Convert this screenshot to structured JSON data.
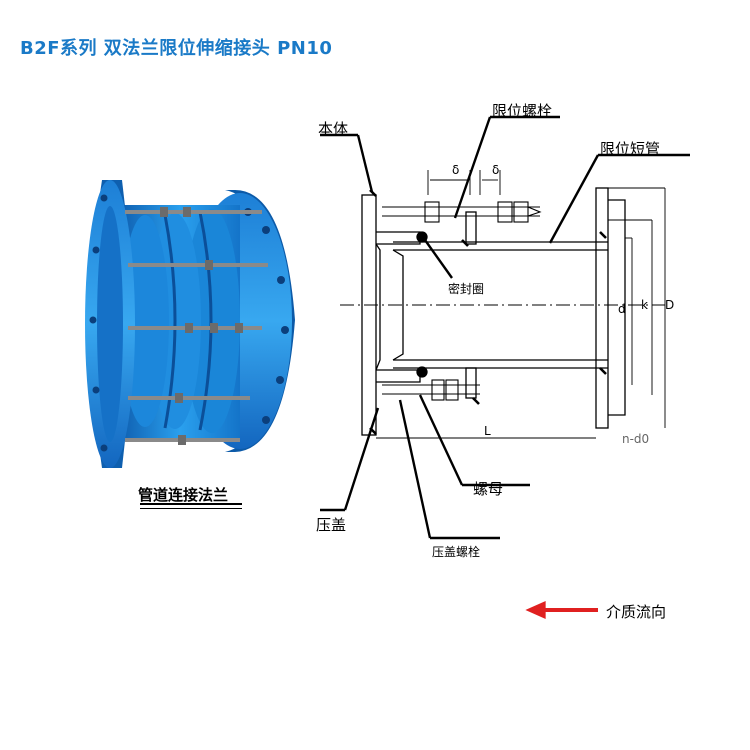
{
  "title": "B2F系列  双法兰限位伸缩接头 PN10",
  "product_caption": "管道连接法兰",
  "labels": {
    "body": "本体",
    "limit_bolt": "限位螺栓",
    "limit_short_pipe": "限位短管",
    "seal_ring": "密封圈",
    "nut": "螺母",
    "gland": "压盖",
    "gland_bolt": "压盖螺栓",
    "medium_flow": "介质流向"
  },
  "dims": {
    "delta1": "δ",
    "delta2": "δ",
    "d": "d",
    "k": "k",
    "D": "D",
    "L": "L",
    "n_d0": "n-d0"
  },
  "colors": {
    "title": "#1a7ac7",
    "product_blue": "#1f8fd9",
    "arrow_red": "#e02020"
  }
}
